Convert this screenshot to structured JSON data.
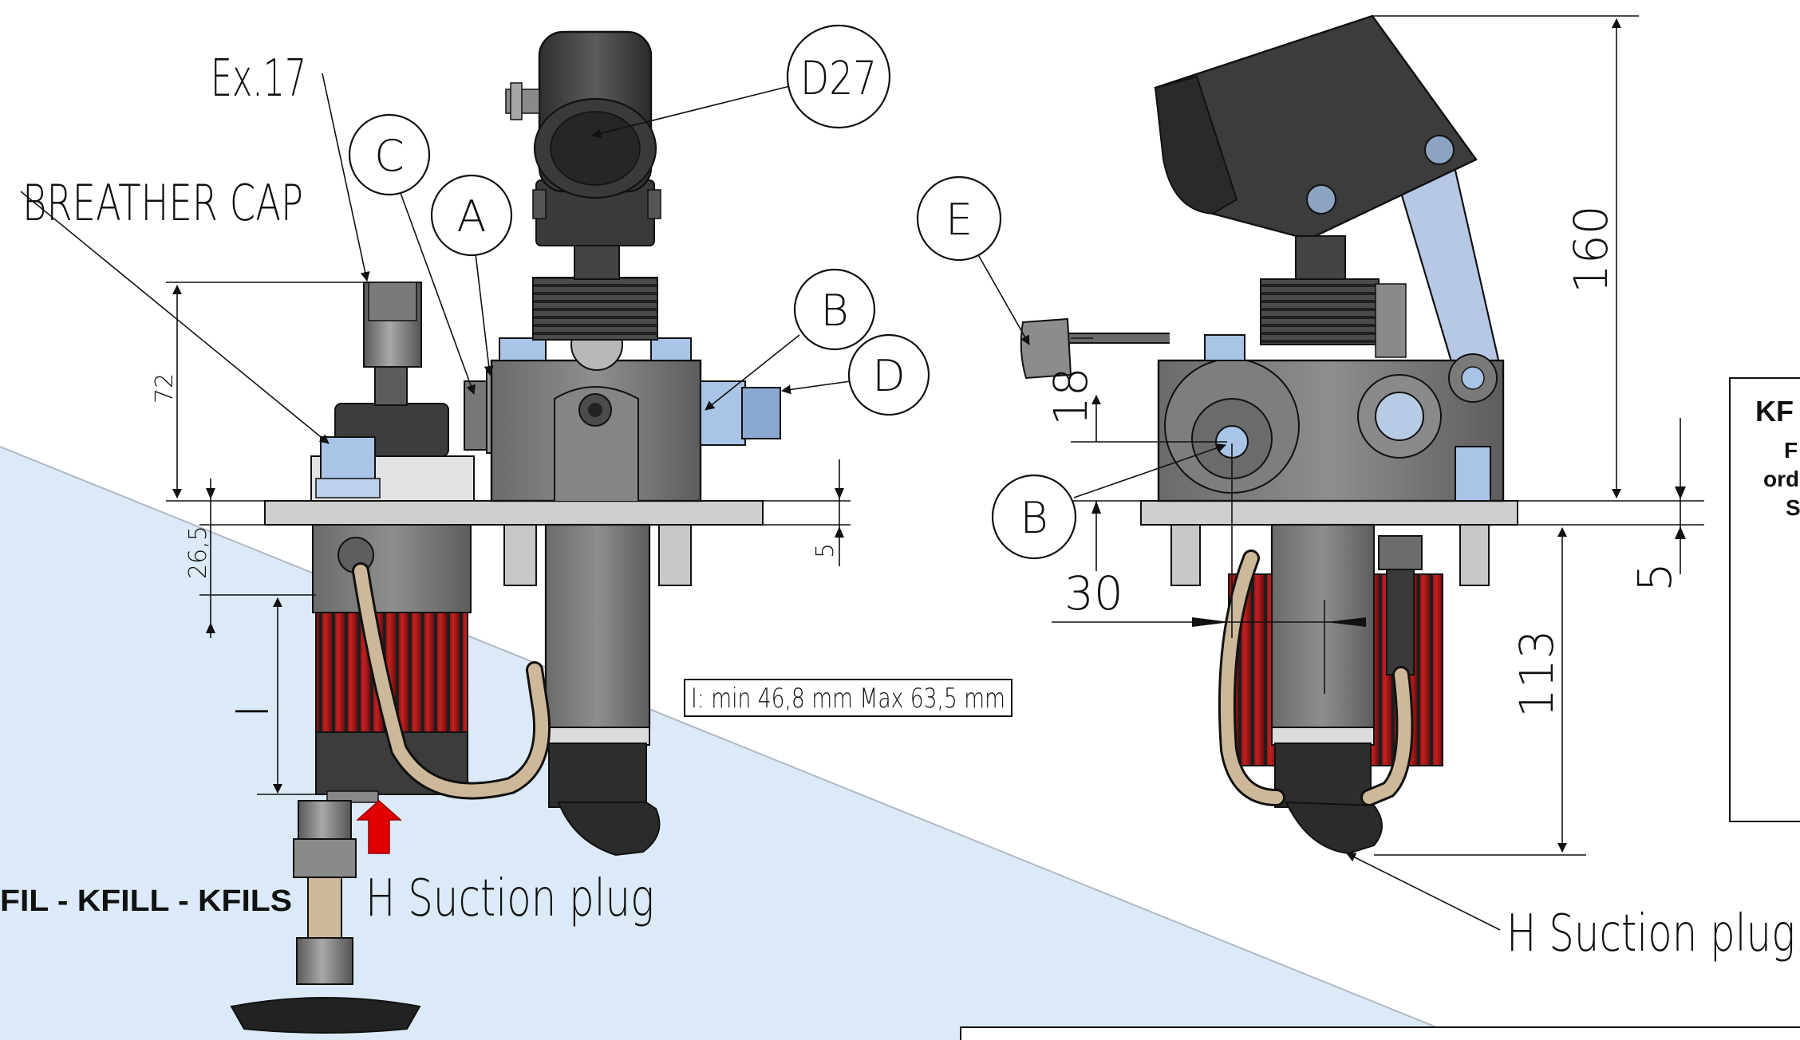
{
  "labels": {
    "ex17": "Ex.17",
    "breather_cap": "BREATHER CAP",
    "c": "C",
    "a": "A",
    "d27": "D27",
    "b_front": "B",
    "d": "D",
    "e": "E",
    "b_side": "B",
    "suction_front": "H Suction plug",
    "suction_side": "H Suction plug",
    "range_note": "I: min 46,8 mm Max 63,5 mm",
    "filter_codes": "FIL - KFILL - KFILS",
    "i_mark": "I",
    "right_panel_title": "KF",
    "right_panel_line1": "F",
    "right_panel_line2": "ord",
    "right_panel_line3": "S"
  },
  "dimensions": {
    "d72": "72",
    "d26_5": "26,5",
    "d5_front": "5",
    "d18": "18",
    "d30": "30",
    "d160": "160",
    "d5_side": "5",
    "d113": "113"
  },
  "colors": {
    "background": "#ffffff",
    "blue_zone": "#dceaf8",
    "metal_dark": "#4a4a4a",
    "metal_mid": "#7d7d7d",
    "metal_light": "#b5b5b5",
    "red_band": "#b31a1a",
    "hose": "#cdb99a",
    "bolt_blue": "#a9c4e6",
    "arm_blue": "#b6c8e4",
    "arrow_red": "#e00000"
  }
}
